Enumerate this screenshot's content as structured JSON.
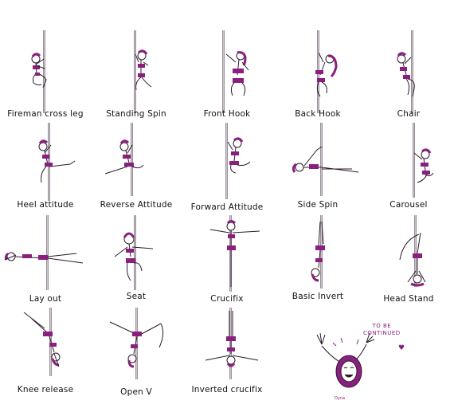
{
  "colors": {
    "accent": "#8a1f7f",
    "skin": "#ffffff",
    "pole": "#cfc7ce",
    "line": "#2b1a2a"
  },
  "poses": [
    {
      "label": "Fireman cross leg"
    },
    {
      "label": "Standing Spin"
    },
    {
      "label": "Front Hook"
    },
    {
      "label": "Back Hook"
    },
    {
      "label": "Chair"
    },
    {
      "label": "Heel attitude"
    },
    {
      "label": "Reverse Attitude"
    },
    {
      "label": "Forward Attitude"
    },
    {
      "label": "Side Spin"
    },
    {
      "label": "Carousel"
    },
    {
      "label": "Lay out"
    },
    {
      "label": "Seat"
    },
    {
      "label": "Crucifix"
    },
    {
      "label": "Basic Invert"
    },
    {
      "label": "Head Stand"
    },
    {
      "label": "Knee release"
    },
    {
      "label": "Open V"
    },
    {
      "label": "Inverted crucifix"
    }
  ],
  "note": {
    "line1": "TO BE",
    "line2": "CONTINUED",
    "heart": "♥",
    "artist": "Dyna"
  }
}
